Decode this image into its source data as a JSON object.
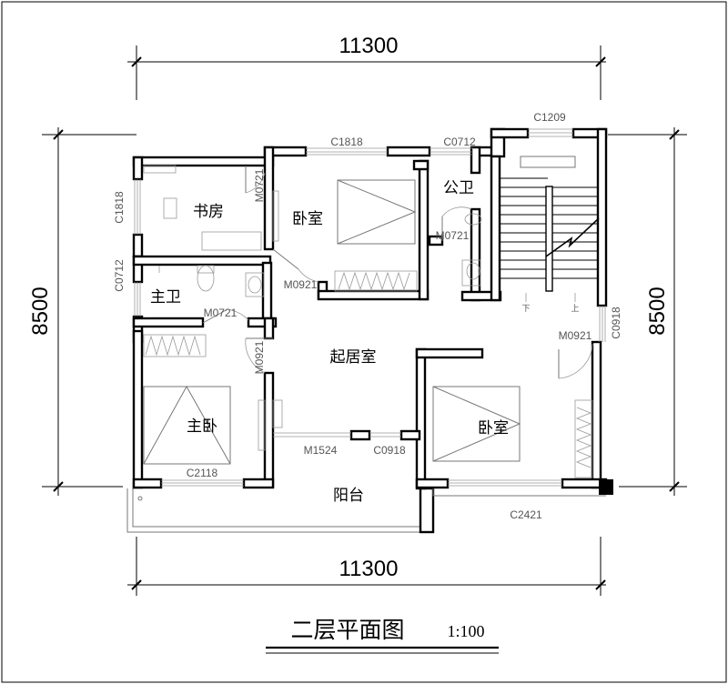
{
  "dimensions": {
    "top": "11300",
    "bottom": "11300",
    "left": "8500",
    "right": "8500"
  },
  "rooms": {
    "study": "书房",
    "bedroom_top": "卧室",
    "public_bath": "公卫",
    "master_bath": "主卫",
    "living": "起居室",
    "master_bedroom": "主卧",
    "bedroom_right": "卧室",
    "balcony": "阳台"
  },
  "codes": {
    "c1209": "C1209",
    "c1818_top": "C1818",
    "c0712_top": "C0712",
    "c1818_left": "C1818",
    "c0712_left": "C0712",
    "m0721_study": "M0721",
    "m0721_bath": "M0721",
    "m0721_master": "M0721",
    "m0921_bed": "M0921",
    "m0921_master": "M0921",
    "m0921_right": "M0921",
    "c0918_right": "C0918",
    "m1524": "M1524",
    "c0918_mid": "C0918",
    "c2118": "C2118",
    "c2421": "C2421"
  },
  "stair": {
    "down": "下",
    "up": "上"
  },
  "title": {
    "main": "二层平面图",
    "scale": "1:100"
  }
}
